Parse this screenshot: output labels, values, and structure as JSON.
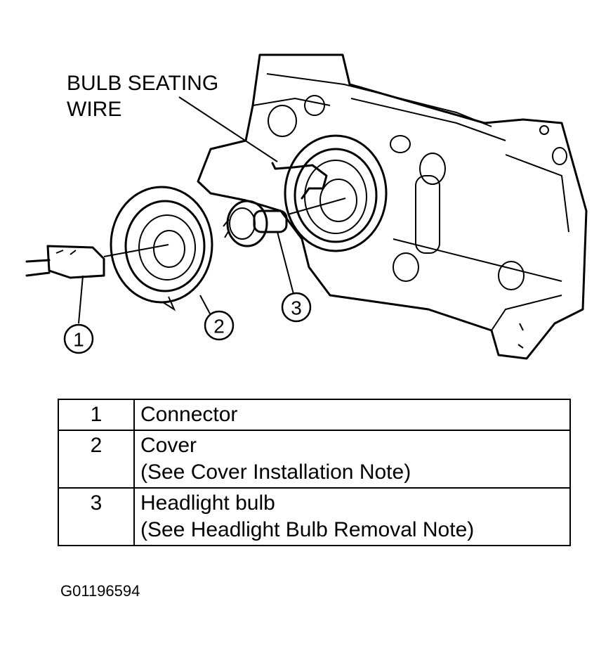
{
  "diagram": {
    "callout_label": [
      "BULB SEATING",
      "WIRE"
    ],
    "markers": [
      "1",
      "2",
      "3"
    ]
  },
  "legend": [
    {
      "num": "1",
      "lines": [
        "Connector"
      ]
    },
    {
      "num": "2",
      "lines": [
        "Cover",
        "(See Cover Installation Note)"
      ]
    },
    {
      "num": "3",
      "lines": [
        "Headlight bulb",
        "(See  Headlight Bulb Removal Note)"
      ]
    }
  ],
  "figure_code": "G01196594"
}
